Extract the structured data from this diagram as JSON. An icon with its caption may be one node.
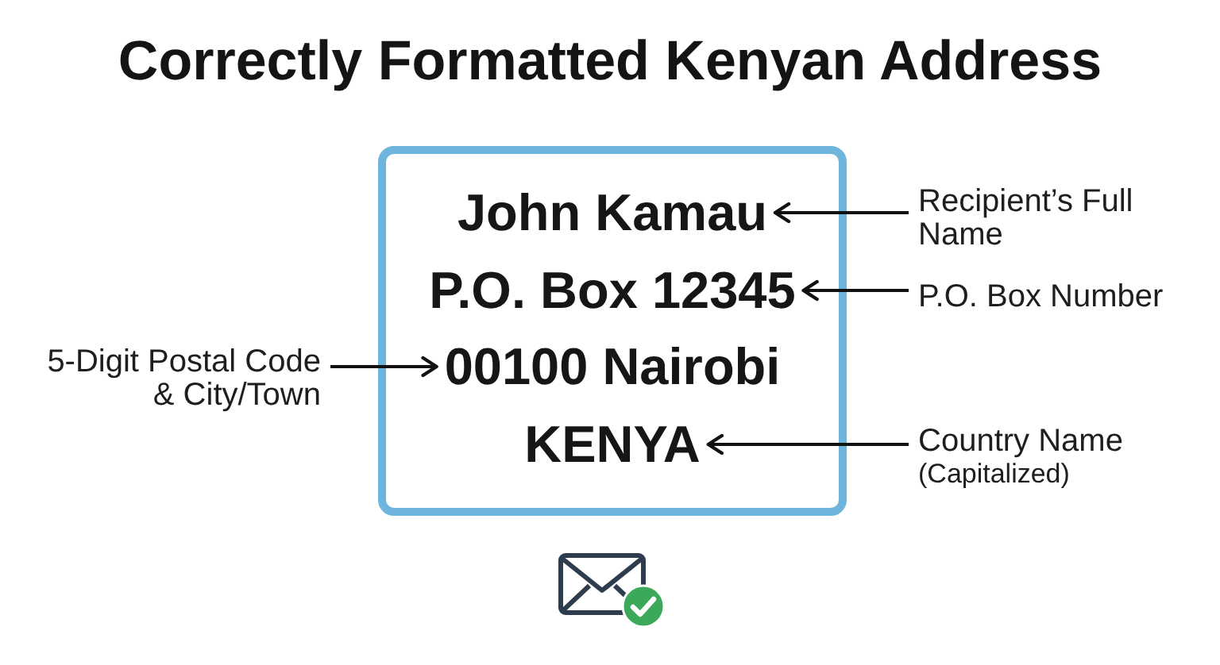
{
  "diagram": {
    "title": "Correctly Formatted Kenyan Address",
    "nodes": [
      {
        "text": [],
        "shape": "box"
      },
      {
        "text": [
          "John Kamau"
        ],
        "in": 0
      },
      {
        "text": [
          "P.O. Box 12345"
        ],
        "in": 0
      },
      {
        "text": [
          "00100 Nairobi"
        ],
        "in": 0
      },
      {
        "text": [
          "KENYA"
        ],
        "in": 0
      },
      {
        "text": [
          "Recipient’s Full Name"
        ]
      },
      {
        "text": [
          "P.O. Box Number"
        ]
      },
      {
        "text": [
          "5-Digit Postal Code & City/Town"
        ]
      },
      {
        "text": [
          "Country Name",
          "(Capitalized)"
        ]
      }
    ],
    "edges": [
      {
        "from": 5,
        "to": 1,
        "arrow": "to"
      },
      {
        "from": 6,
        "to": 2,
        "arrow": "to"
      },
      {
        "from": 7,
        "to": 3,
        "arrow": "to"
      },
      {
        "from": 8,
        "to": 4,
        "arrow": "to"
      }
    ]
  }
}
